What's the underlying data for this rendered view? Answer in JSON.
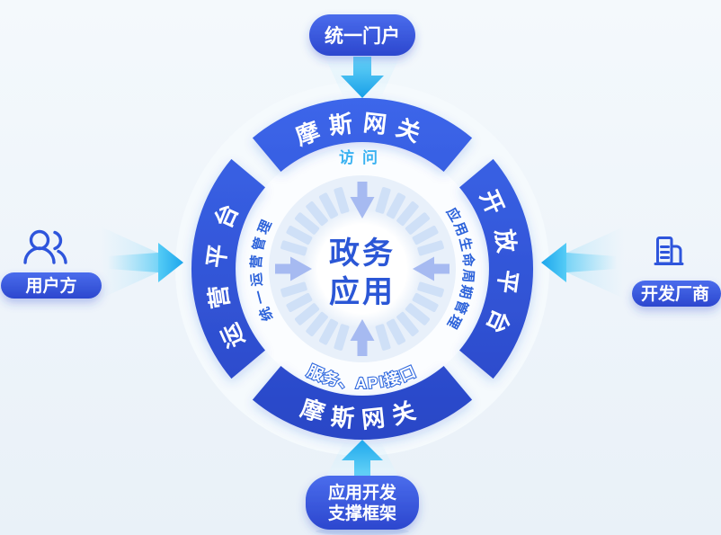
{
  "colors": {
    "brand_blue": "#2e52d4",
    "accent_cyan": "#35c0f4",
    "inner_label_blue": "#2c62da",
    "visit_cyan": "#3bb2f1",
    "segment_blue": "#cfe0f7",
    "cardinal_arrow_blue": "#a6baf1"
  },
  "top_pill": {
    "label": "统一门户"
  },
  "bottom_pill": {
    "line1": "应用开发",
    "line2": "支撑框架"
  },
  "left": {
    "label": "用户方",
    "icon": "users-icon"
  },
  "right": {
    "label": "开发厂商",
    "icon": "building-icon"
  },
  "wheel": {
    "top_arc": {
      "label": "摩斯网关",
      "sublabel": "访问"
    },
    "right_arc": {
      "label": "开放平台",
      "sublabel": "应用生命周期管理"
    },
    "bottom_arc": {
      "label": "摩斯网关",
      "sublabel": "服务、API接口"
    },
    "left_arc": {
      "label": "运营平台",
      "sublabel": "统一运营管理"
    },
    "center": {
      "line1": "政务",
      "line2": "应用"
    }
  }
}
